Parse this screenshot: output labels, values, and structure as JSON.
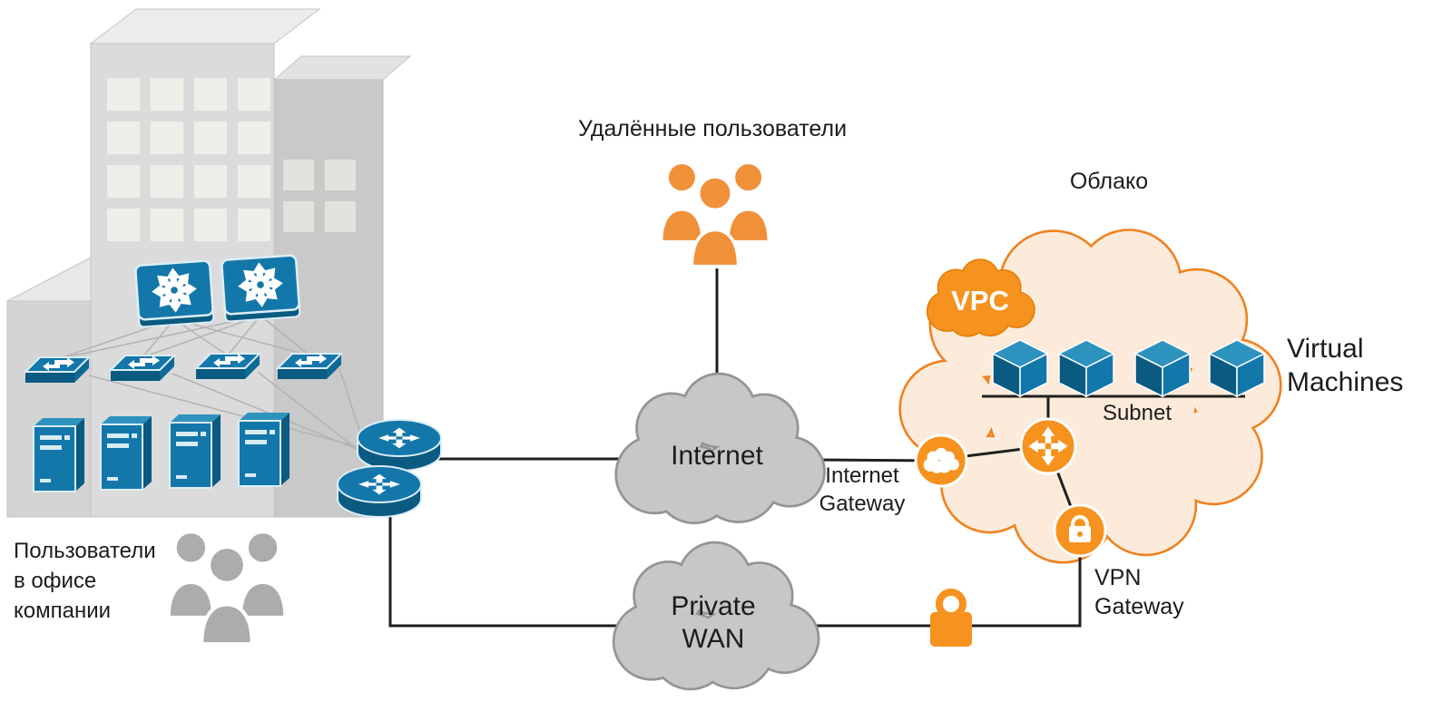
{
  "labels": {
    "remote_users": "Удалённые пользователи",
    "cloud_title": "Облако",
    "internet": "Internet",
    "private_wan": {
      "line1": "Private",
      "line2": "WAN"
    },
    "vpc": "VPC",
    "subnet": "Subnet",
    "internet_gateway": {
      "line1": "Internet",
      "line2": "Gateway"
    },
    "vpn_gateway": {
      "line1": "VPN",
      "line2": "Gateway"
    },
    "virtual_machines": {
      "line1": "Virtual",
      "line2": "Machines"
    },
    "office_users": {
      "line1": "Пользователи",
      "line2": "в офисе",
      "line3": "компании"
    }
  },
  "colors": {
    "orange_accent": "#F6921E",
    "orange_cloud_fill": "#FCEBDA",
    "orange_cloud_border": "#F0811F",
    "device_blue": "#1377A9",
    "device_blue_dark": "#0A5A81",
    "device_blue_light": "#2D93BE",
    "gray_cloud_fill": "#C7C7C7",
    "gray_cloud_border": "#949494",
    "gray_people": "#ACACAC",
    "building_gray": "#DBDBDB",
    "line_black": "#1F1F1F"
  },
  "icons": {
    "office_building": "isometric-gray-building",
    "core_switch": "blue-box-8-arrow-starburst",
    "access_switch": "blue-flat-box-bidirectional-arrows",
    "server": "blue-tower-server",
    "router": "blue-cylinder-4-arrows",
    "office_users_group": "three-people-silhouette-gray",
    "remote_users_group": "three-people-silhouette-orange",
    "internet_cloud": "gray-cloud",
    "private_wan_cloud": "gray-cloud",
    "vpc_cloud": "orange-outlined-cloud",
    "vpc_badge": "orange-cloud-badge",
    "vm_cube": "blue-3d-cube",
    "cloud_router": "orange-circle-cross-arrows",
    "internet_gateway": "orange-circle-white-cloud",
    "vpn_gateway": "orange-circle-white-padlock",
    "vpn_lock": "orange-padlock"
  }
}
